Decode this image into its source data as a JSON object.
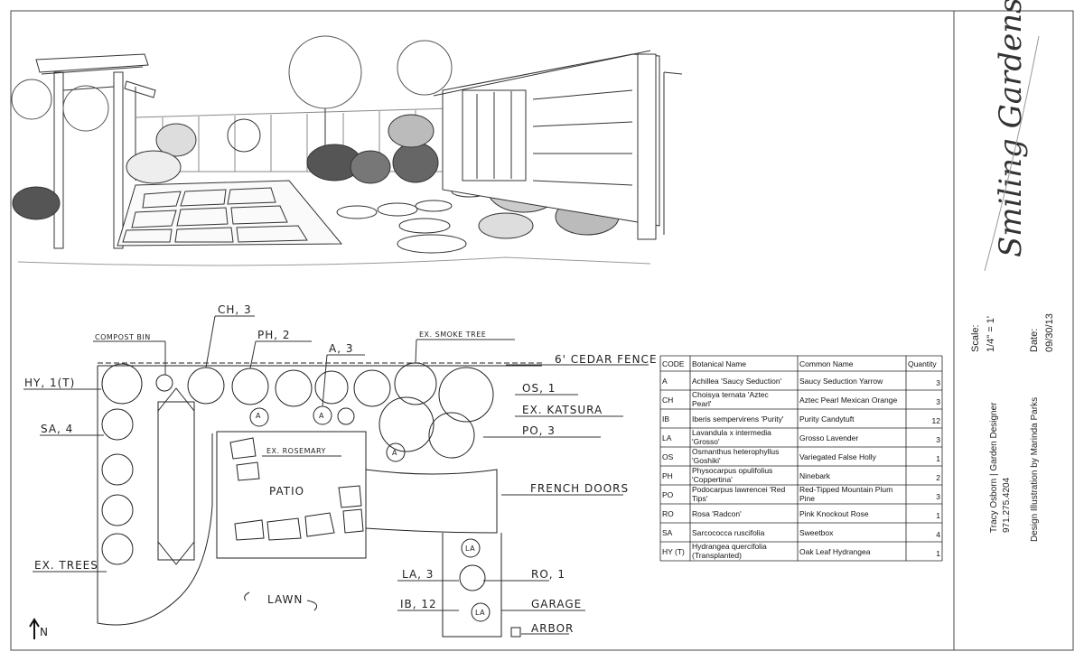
{
  "illustration": {
    "subject": ""
  },
  "plan": {
    "labels": {
      "compost": "COMPOST BIN",
      "hy": "HY, 1(T)",
      "sa": "SA, 4",
      "ex_trees": "EX. TREES",
      "ch": "CH, 3",
      "ph": "PH, 2",
      "a": "A, 3",
      "smoke": "EX. SMOKE TREE",
      "fence": "6' CEDAR FENCE",
      "os": "OS, 1",
      "katsura": "EX. KATSURA",
      "po": "PO, 3",
      "rosemary": "EX. ROSEMARY",
      "patio": "PATIO",
      "french": "FRENCH DOORS",
      "la": "LA, 3",
      "ro": "RO, 1",
      "ib": "IB, 12",
      "garage": "GARAGE",
      "arbor": "ARBOR",
      "lawn": "LAWN",
      "north": "N",
      "a_mark": "A",
      "la_mark": "LA"
    }
  },
  "plant_table": {
    "headers": [
      "CODE",
      "Botanical Name",
      "Common Name",
      "Quantity"
    ],
    "rows": [
      {
        "code": "A",
        "botanical": "Achillea 'Saucy Seduction'",
        "botanical2": "",
        "common": "Saucy Seduction Yarrow",
        "common2": "",
        "qty": "3"
      },
      {
        "code": "CH",
        "botanical": "Choisya ternata 'Aztec",
        "botanical2": "Pearl'",
        "common": "Aztec Pearl Mexican Orange",
        "common2": "",
        "qty": "3"
      },
      {
        "code": "IB",
        "botanical": "Iberis sempervirens 'Purity'",
        "botanical2": "",
        "common": "Purity Candytuft",
        "common2": "",
        "qty": "12"
      },
      {
        "code": "LA",
        "botanical": "Lavandula x intermedia",
        "botanical2": "'Grosso'",
        "common": "Grosso Lavender",
        "common2": "",
        "qty": "3"
      },
      {
        "code": "OS",
        "botanical": "Osmanthus heterophyllus",
        "botanical2": "'Goshiki'",
        "common": "Variegated False Holly",
        "common2": "",
        "qty": "1"
      },
      {
        "code": "PH",
        "botanical": "Physocarpus opulifolius",
        "botanical2": "'Coppertina'",
        "common": "Ninebark",
        "common2": "",
        "qty": "2"
      },
      {
        "code": "PO",
        "botanical": "Podocarpus lawrencei 'Red",
        "botanical2": "Tips'",
        "common": "Red-Tipped Mountain Plum",
        "common2": "Pine",
        "qty": "3"
      },
      {
        "code": "RO",
        "botanical": "Rosa 'Radcon'",
        "botanical2": "",
        "common": "Pink Knockout Rose",
        "common2": "",
        "qty": "1"
      },
      {
        "code": "SA",
        "botanical": "Sarcococca ruscifolia",
        "botanical2": "",
        "common": "Sweetbox",
        "common2": "",
        "qty": "4"
      },
      {
        "code": "HY (T)",
        "botanical": "Hydrangea quercifolia",
        "botanical2": "(Transplanted)",
        "common": "Oak Leaf Hydrangea",
        "common2": "",
        "qty": "1"
      }
    ]
  },
  "title_block": {
    "logo": "Smiling Gardens",
    "scale_label": "Scale:",
    "scale_value": "1/4\" = 1'",
    "date_label": "Date:",
    "date_value": "09/30/13",
    "designer": "Tracy Osborn  |  Garden Designer",
    "phone": "971.275.4204",
    "credit": "Design Illustration by Marinda Parks"
  }
}
